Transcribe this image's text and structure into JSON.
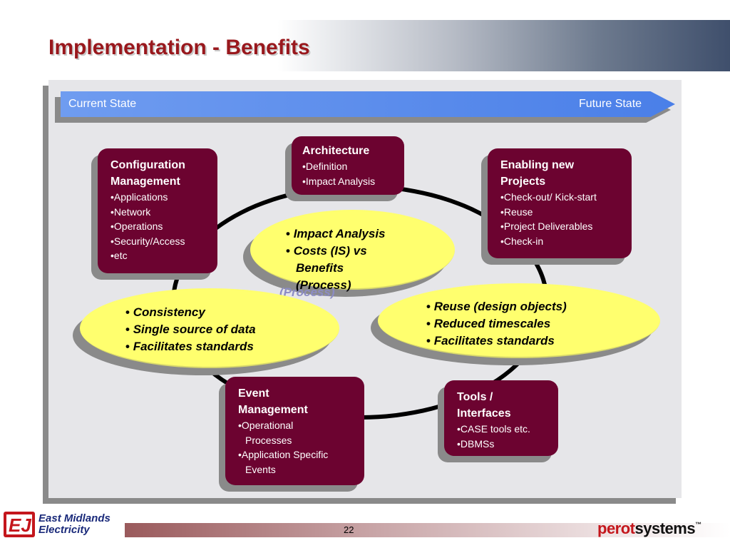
{
  "slide": {
    "title": "Implementation - Benefits",
    "page_number": "22"
  },
  "arrow": {
    "left_label": "Current State",
    "right_label": "Future State"
  },
  "boxes": {
    "configuration": {
      "title": "Configuration Management",
      "items": [
        "Applications",
        "Network",
        "Operations",
        "Security/Access",
        "etc"
      ]
    },
    "architecture": {
      "title": "Architecture",
      "items": [
        "Definition",
        "Impact Analysis"
      ]
    },
    "enabling": {
      "title": "Enabling new Projects",
      "items": [
        "Check-out/ Kick-start",
        "Reuse",
        "Project Deliverables",
        "Check-in"
      ]
    },
    "event": {
      "title": "Event Management",
      "items": [
        "Operational Processes",
        "Application Specific Events"
      ]
    },
    "tools": {
      "title": "Tools / Interfaces",
      "items": [
        "CASE tools etc.",
        "DBMSs"
      ]
    }
  },
  "ellipses": {
    "center": [
      "Impact Analysis",
      "Costs (IS) vs Benefits (Process)"
    ],
    "left": [
      "Consistency",
      "Single source of data",
      "Facilitates standards"
    ],
    "right": [
      "Reuse (design objects)",
      "Reduced timescales",
      "Facilitates standards"
    ],
    "overflow_text": "(Process)"
  },
  "footer": {
    "left_logo_mark": "EJ",
    "left_logo_line1": "East Midlands",
    "left_logo_line2": "Electricity",
    "right_logo_part1": "perot",
    "right_logo_part2": "systems",
    "right_logo_tm": "™"
  },
  "colors": {
    "title": "#99181d",
    "box_fill": "#6c0330",
    "ellipse_fill": "#ffff6e",
    "arrow_fill": "#4a7fe8",
    "panel_fill": "#e6e6e9"
  }
}
